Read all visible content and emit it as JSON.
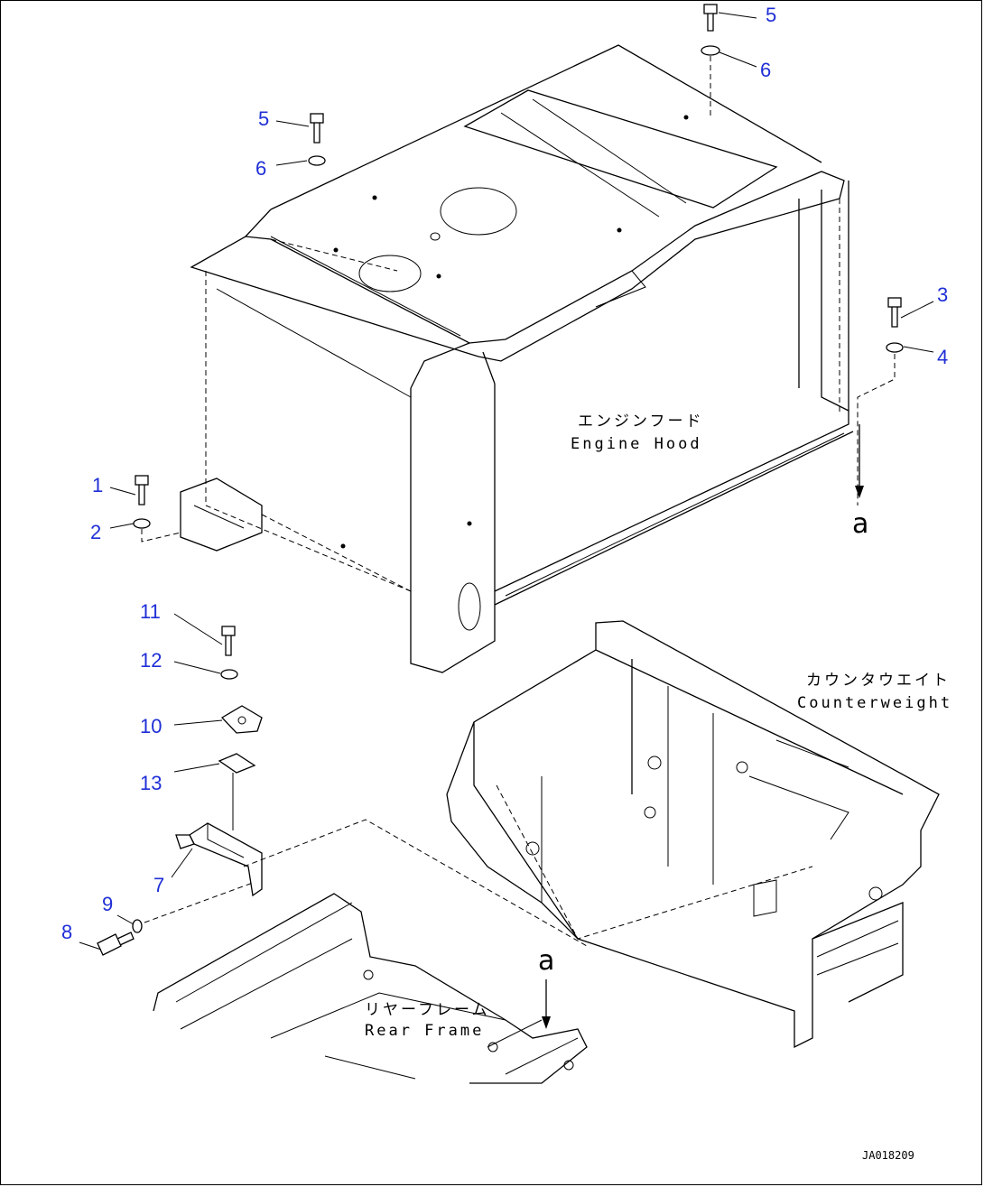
{
  "callouts": {
    "c1": "1",
    "c2": "2",
    "c3": "3",
    "c4": "4",
    "c5a": "5",
    "c6a": "6",
    "c5b": "5",
    "c6b": "6",
    "c7": "7",
    "c8": "8",
    "c9": "9",
    "c10": "10",
    "c11": "11",
    "c12": "12",
    "c13": "13"
  },
  "labels": {
    "engine_hood_jp": "エンジンフード",
    "engine_hood_en": "Engine Hood",
    "counterweight_jp": "カウンタウエイト",
    "counterweight_en": "Counterweight",
    "rear_frame_jp": "リヤーフレーム",
    "rear_frame_en": "Rear Frame",
    "ref_a_top": "a",
    "ref_a_bottom": "a"
  },
  "drawing_code": "JA018209",
  "colors": {
    "callout": "#1f2fd6",
    "line": "#000000",
    "background": "#ffffff"
  }
}
